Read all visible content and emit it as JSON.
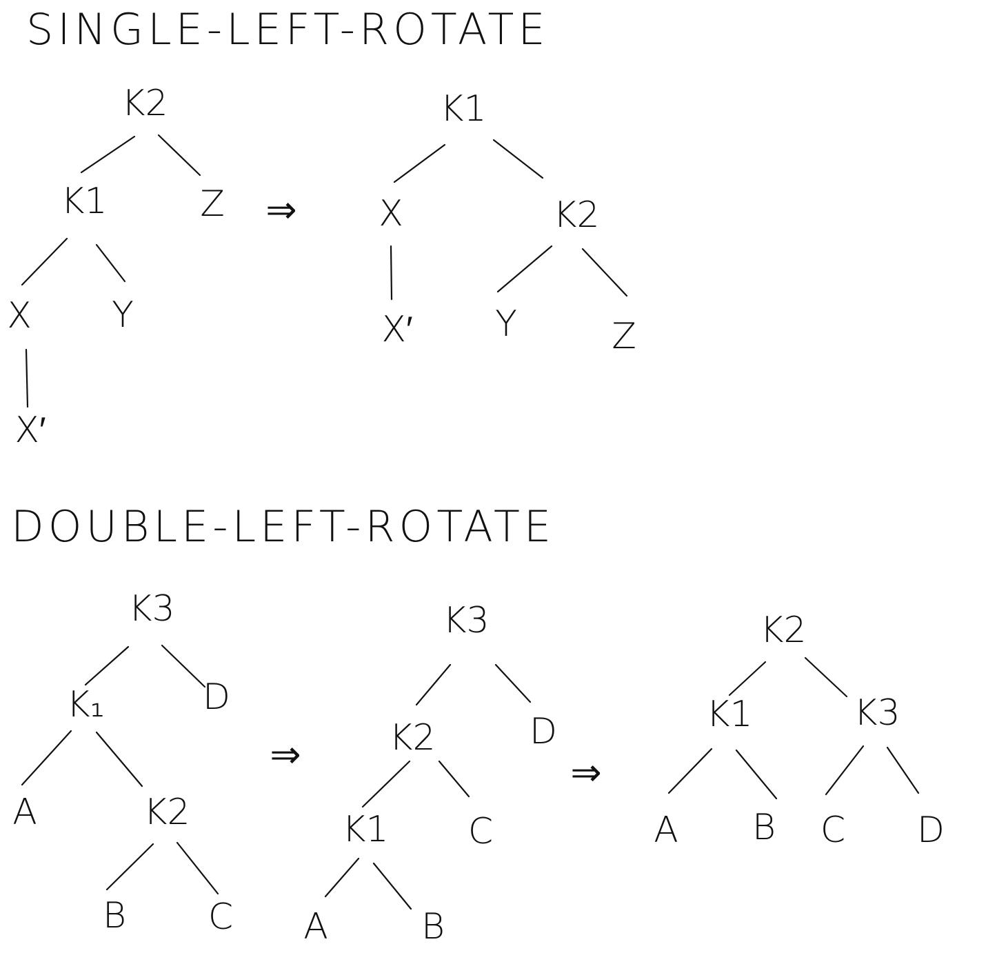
{
  "titles": {
    "single": "SINGLE-LEFT-ROTATE",
    "double": "DOUBLE-LEFT-ROTATE"
  },
  "arrow": "⇒",
  "single": {
    "before": {
      "k2": "K2",
      "k1": "K1",
      "z": "Z",
      "x": "X",
      "y": "Y",
      "x_prime": "X′"
    },
    "after": {
      "k1": "K1",
      "x": "X",
      "k2": "K2",
      "x_prime": "X′",
      "y": "Y",
      "z": "Z"
    }
  },
  "double": {
    "step1": {
      "k3": "K3",
      "k1": "K₁",
      "d": "D",
      "a": "A",
      "k2": "K2",
      "b": "B",
      "c": "C"
    },
    "step2": {
      "k3": "K3",
      "k2": "K2",
      "d": "D",
      "k1": "K1",
      "c": "C",
      "a": "A",
      "b": "B"
    },
    "step3": {
      "k2": "K2",
      "k1": "K1",
      "k3": "K3",
      "a": "A",
      "b": "B",
      "c": "C",
      "d": "D"
    }
  }
}
